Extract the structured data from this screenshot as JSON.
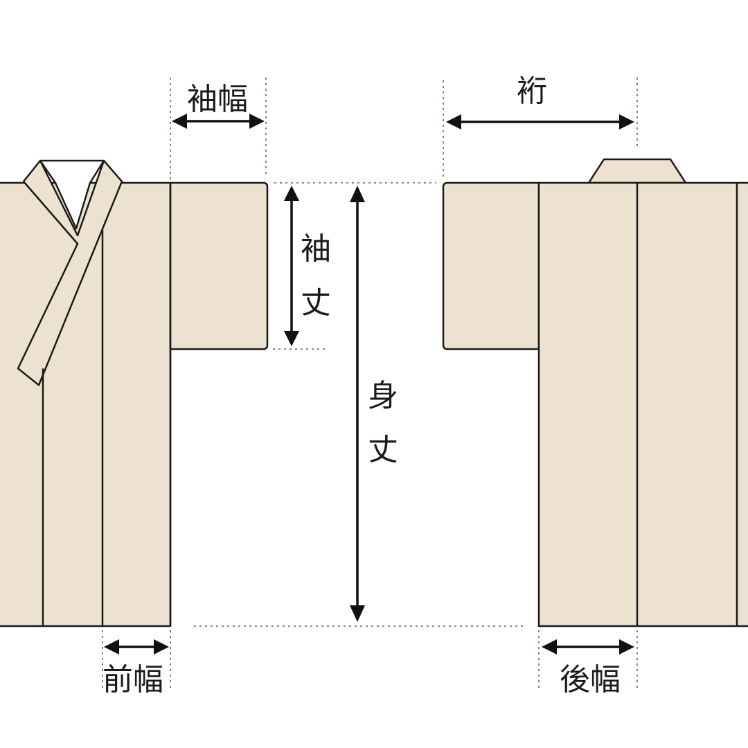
{
  "colors": {
    "fabric": "#ece2cf",
    "collar_inner": "#ffffff",
    "outline": "#1a1a1a",
    "guide": "#7a5a4a",
    "arrow": "#111111",
    "background": "#ffffff"
  },
  "labels": {
    "sode_haba": "袖幅",
    "yuki": "裄",
    "sode_take_1": "袖",
    "sode_take_2": "丈",
    "mi_take_1": "身",
    "mi_take_2": "丈",
    "mae_haba": "前幅",
    "ushiro_haba": "後幅"
  }
}
